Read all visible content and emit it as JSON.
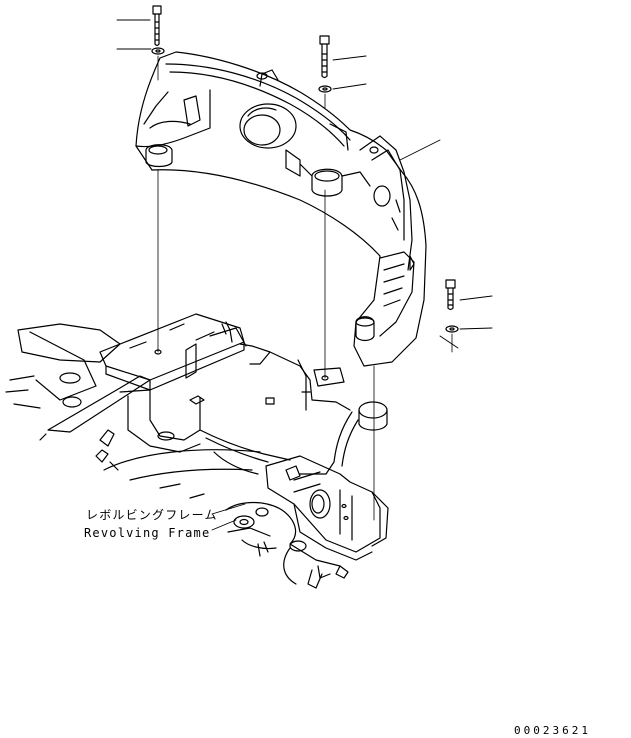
{
  "part_label_jp": "レボルビングフレーム",
  "part_label_en": "Revolving Frame",
  "drawing_code": "00023621",
  "colors": {
    "line": "#000000",
    "background": "#ffffff"
  }
}
